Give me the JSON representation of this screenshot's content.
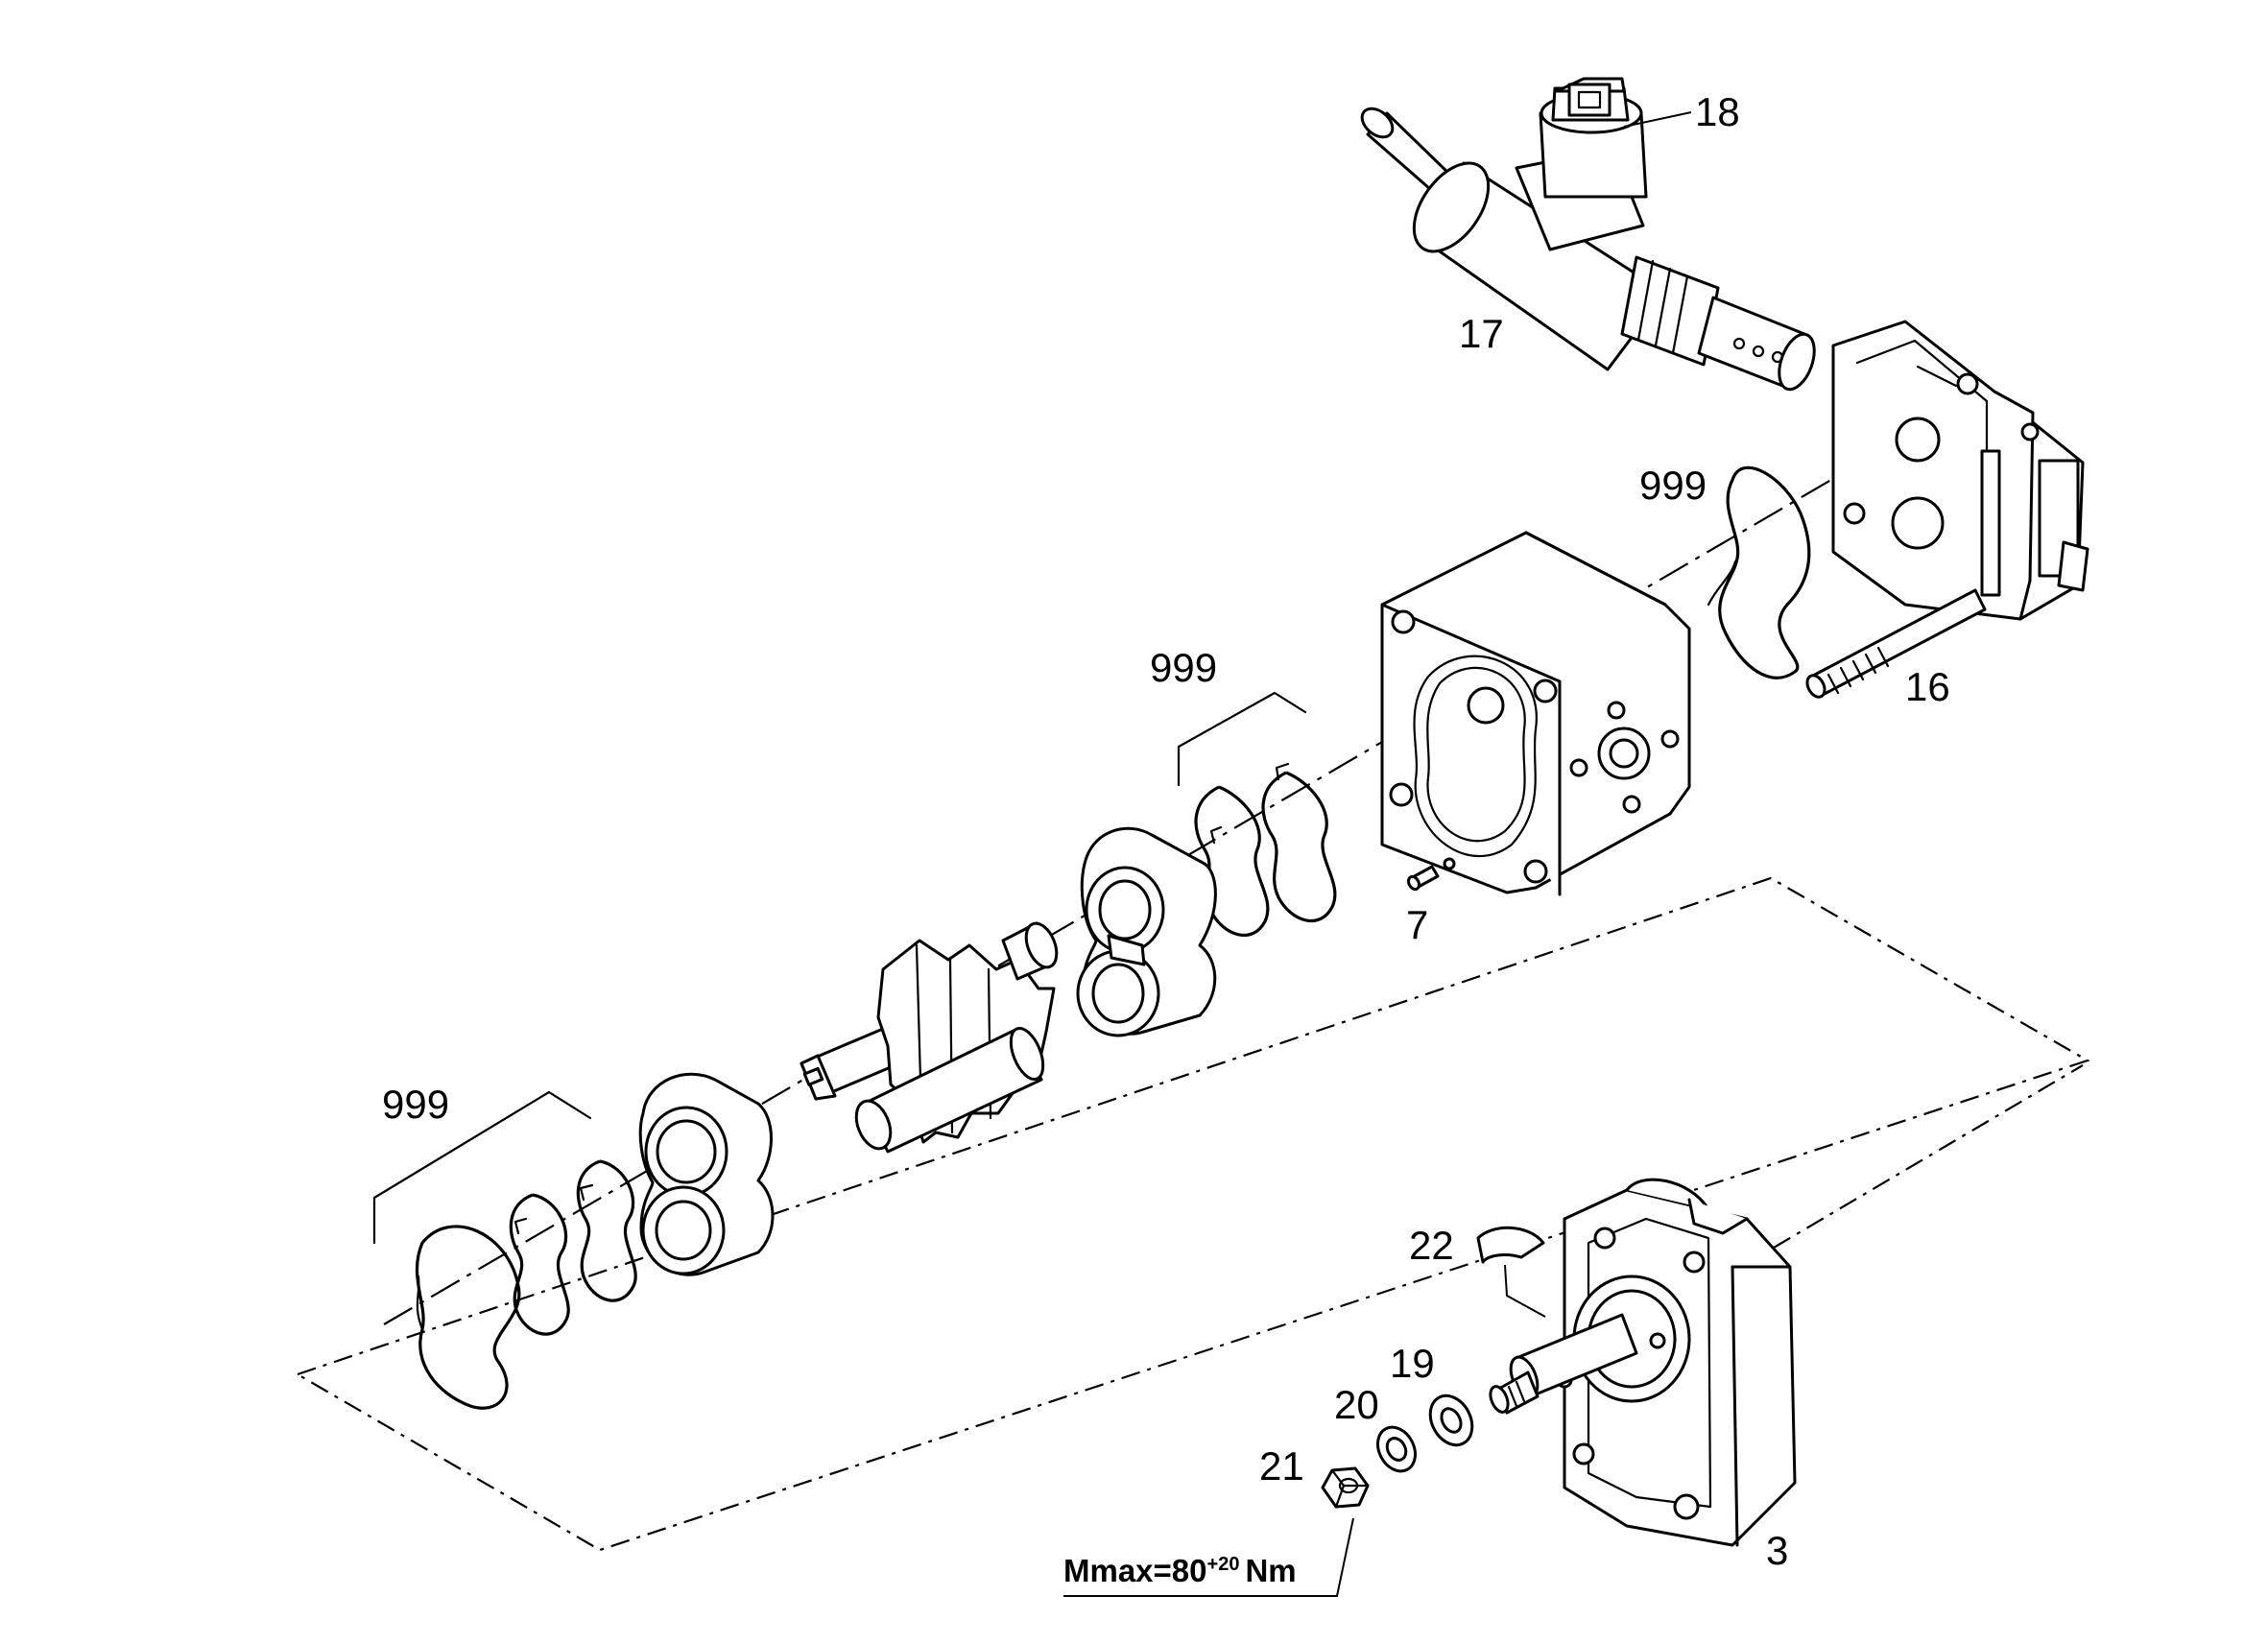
{
  "callouts": {
    "p18": "18",
    "p17": "17",
    "p999_plate": "999",
    "p16": "16",
    "p999_mid": "999",
    "p7": "7",
    "p999_left": "999",
    "p22": "22",
    "p19": "19",
    "p20": "20",
    "p21": "21",
    "p3": "3"
  },
  "torque": {
    "prefix": "Mmax=80",
    "superscript": "+20",
    "unit": "Nm"
  }
}
